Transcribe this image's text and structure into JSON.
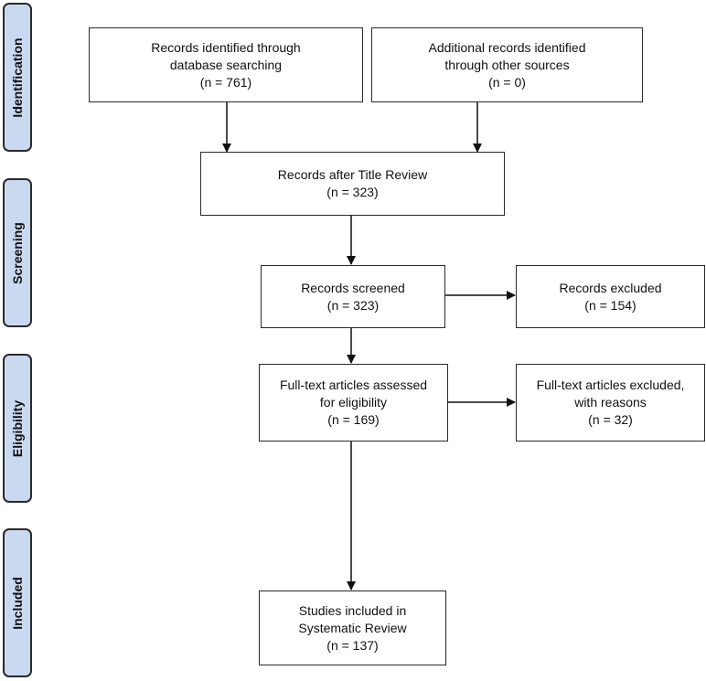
{
  "phases": {
    "identification": "Identification",
    "screening": "Screening",
    "eligibility": "Eligibility",
    "included": "Included"
  },
  "boxes": {
    "database": {
      "line1": "Records identified through",
      "line2": "database searching",
      "line3": "(n = 761)"
    },
    "other": {
      "line1": "Additional records identified",
      "line2": "through other sources",
      "line3": "(n = 0)"
    },
    "title_review": {
      "line1": "Records after Title Review",
      "line2": "(n = 323)"
    },
    "screened": {
      "line1": "Records screened",
      "line2": "(n = 323)"
    },
    "excluded": {
      "line1": "Records excluded",
      "line2": "(n = 154)"
    },
    "fulltext": {
      "line1": "Full-text articles assessed",
      "line2": "for eligibility",
      "line3": "(n = 169)"
    },
    "fulltext_excluded": {
      "line1": "Full-text articles excluded,",
      "line2": "with reasons",
      "line3": "(n = 32)"
    },
    "included": {
      "line1": "Studies included in",
      "line2": "Systematic Review",
      "line3": "(n =  137)"
    }
  }
}
